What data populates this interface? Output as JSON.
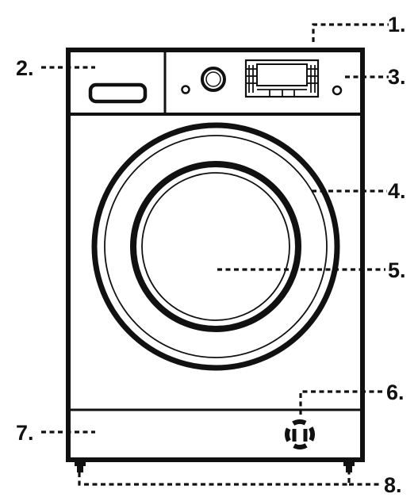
{
  "diagram": {
    "subject": "washing machine front view",
    "line_color": "#111111",
    "background": "#ffffff",
    "callouts": [
      {
        "label": "1.",
        "part": "top cover"
      },
      {
        "label": "2.",
        "part": "detergent drawer"
      },
      {
        "label": "3.",
        "part": "control panel"
      },
      {
        "label": "4.",
        "part": "door"
      },
      {
        "label": "5.",
        "part": "drum"
      },
      {
        "label": "6.",
        "part": "pump filter"
      },
      {
        "label": "7.",
        "part": "service panel"
      },
      {
        "label": "8.",
        "part": "adjustable feet"
      }
    ]
  }
}
